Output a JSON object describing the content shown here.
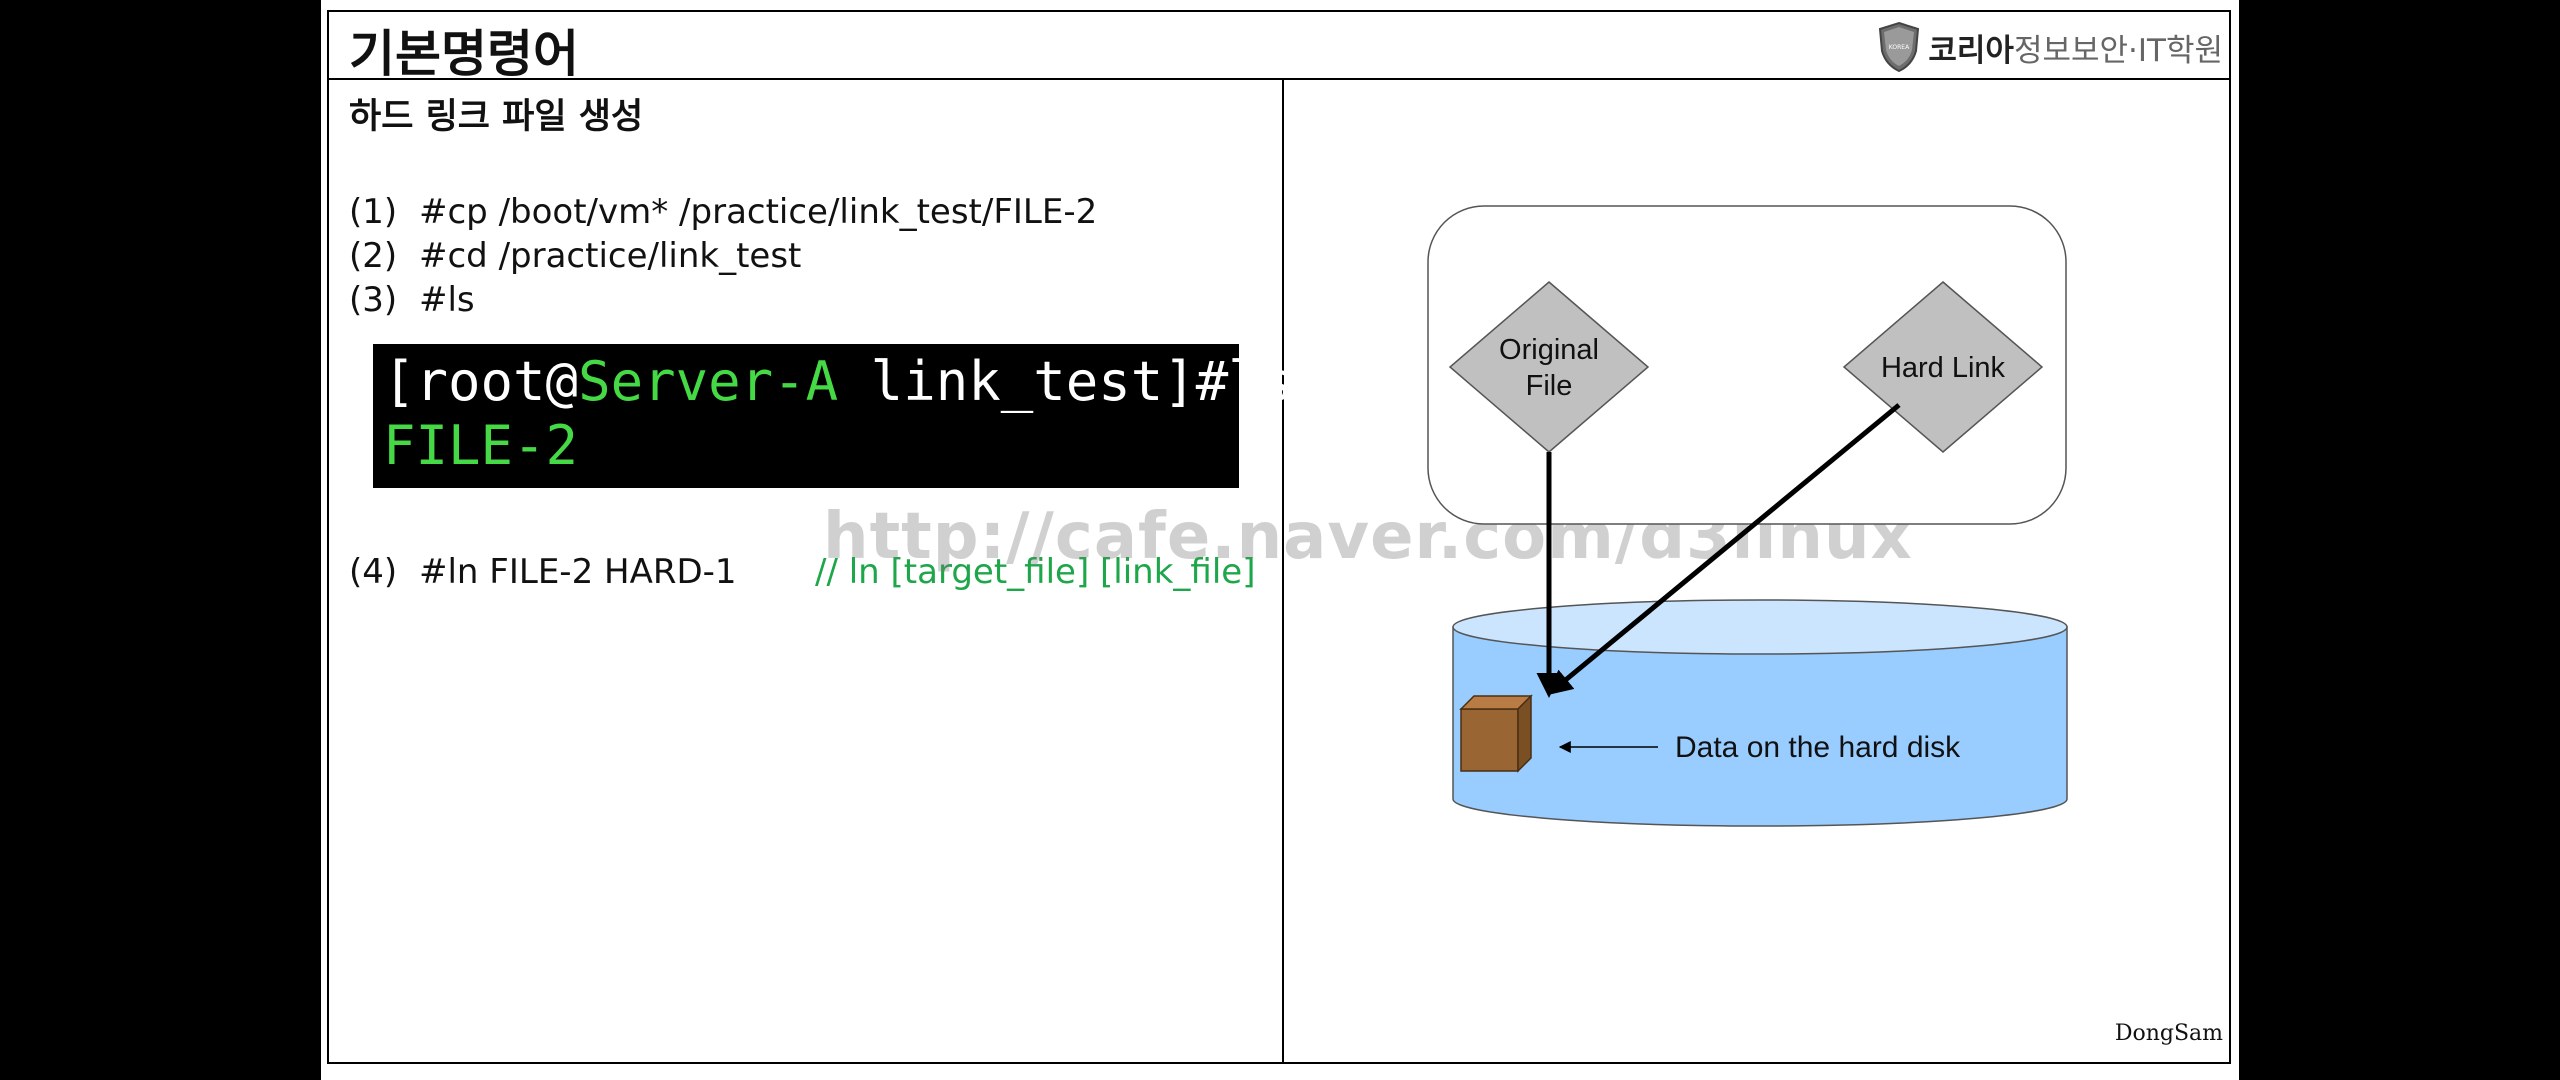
{
  "page": {
    "title": "기본명령어",
    "logo": {
      "brand": "코리아",
      "brand_sub": "정보보안·IT학원",
      "shield_text": "KOREA"
    },
    "section_title": "하드 링크 파일 생성",
    "author": "DongSam"
  },
  "steps": [
    {
      "num": "(1)",
      "cmd": "#cp /boot/vm* /practice/link_test/FILE-2"
    },
    {
      "num": "(2)",
      "cmd": "#cd /practice/link_test"
    },
    {
      "num": "(3)",
      "cmd": "#ls"
    },
    {
      "num": "(4)",
      "cmd": "#ln FILE-2 HARD-1",
      "comment": "// ln [target_file] [link_file]"
    }
  ],
  "terminal": {
    "prompt_prefix": "[root@",
    "host": "Server-A",
    "prompt_suffix": " link_test]#ls",
    "output": "FILE-2"
  },
  "watermark": "http://cafe.naver.com/d3linux",
  "diagram": {
    "original_label_1": "Original",
    "original_label_2": "File",
    "hardlink_label": "Hard Link",
    "disk_label": "Data on the hard disk",
    "colors": {
      "diamond_fill": "#c0c0c0",
      "disk_fill": "#99ccff",
      "disk_top": "#cce5ff",
      "block_fill": "#996633",
      "block_top": "#b97c45",
      "block_side": "#7a4f24"
    }
  }
}
